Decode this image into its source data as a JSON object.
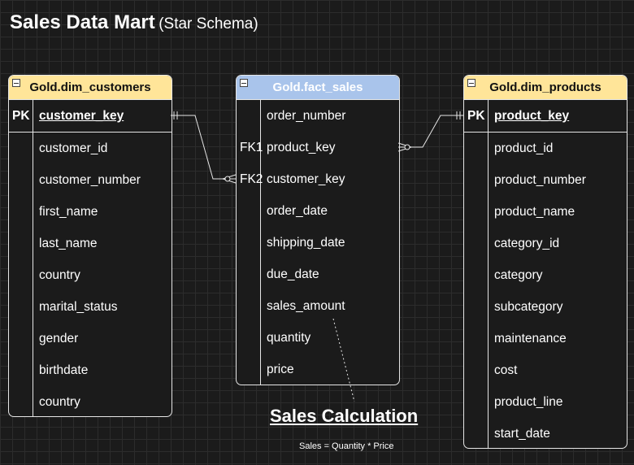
{
  "title": {
    "main": "Sales Data Mart",
    "sub": "(Star Schema)"
  },
  "tables": {
    "customers": {
      "name": "Gold.dim_customers",
      "pk": {
        "key": "PK",
        "name": "customer_key"
      },
      "fields": [
        "customer_id",
        "customer_number",
        "first_name",
        "last_name",
        "country",
        "marital_status",
        "gender",
        "birthdate",
        "country"
      ]
    },
    "fact": {
      "name": "Gold.fact_sales",
      "fields": [
        {
          "key": "",
          "name": "order_number"
        },
        {
          "key": "FK1",
          "name": "product_key"
        },
        {
          "key": "FK2",
          "name": "customer_key"
        },
        {
          "key": "",
          "name": "order_date"
        },
        {
          "key": "",
          "name": "shipping_date"
        },
        {
          "key": "",
          "name": "due_date"
        },
        {
          "key": "",
          "name": "sales_amount"
        },
        {
          "key": "",
          "name": "quantity"
        },
        {
          "key": "",
          "name": "price"
        }
      ]
    },
    "products": {
      "name": "Gold.dim_products",
      "pk": {
        "key": "PK",
        "name": "product_key"
      },
      "fields": [
        "product_id",
        "product_number",
        "product_name",
        "category_id",
        "category",
        "subcategory",
        "maintenance",
        "cost",
        "product_line",
        "start_date"
      ]
    }
  },
  "annotation": {
    "title": "Sales Calculation",
    "formula": "Sales = Quantity * Price"
  },
  "colors": {
    "dim_header": "#ffe599",
    "fact_header": "#a9c4eb",
    "background": "#1b1b1b",
    "lines": "#e6e6e6"
  }
}
